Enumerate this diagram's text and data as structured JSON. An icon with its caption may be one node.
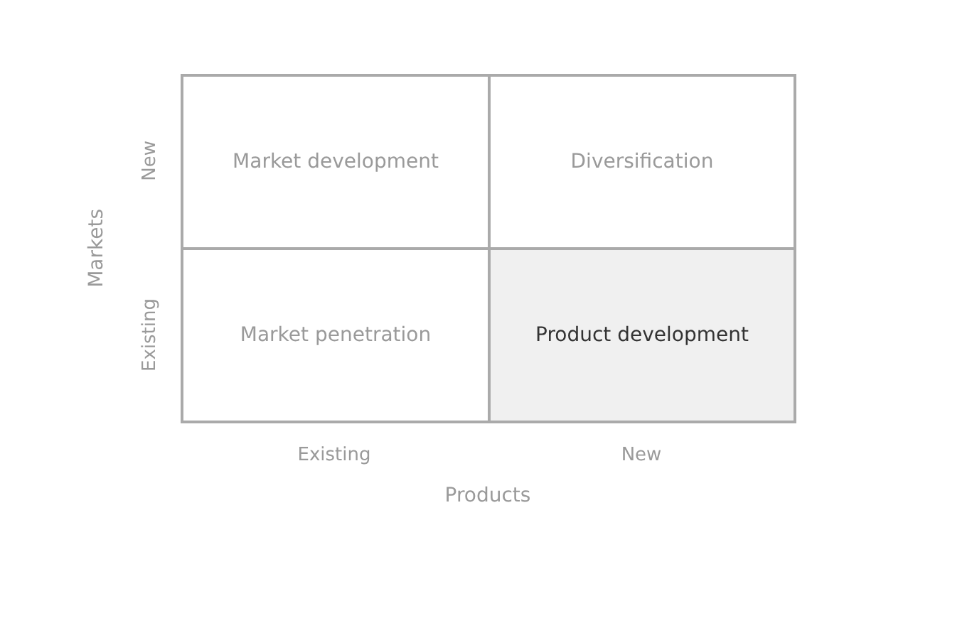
{
  "diagram": {
    "nodes": [
      {
        "text": [
          "Market development"
        ]
      },
      {
        "text": [
          "Diversification"
        ]
      },
      {
        "text": [
          "Market penetration"
        ]
      },
      {
        "text": [
          "Product development"
        ]
      }
    ],
    "labels": [
      "New",
      "Markets",
      "Existing",
      "Existing",
      "New",
      "Products"
    ]
  }
}
